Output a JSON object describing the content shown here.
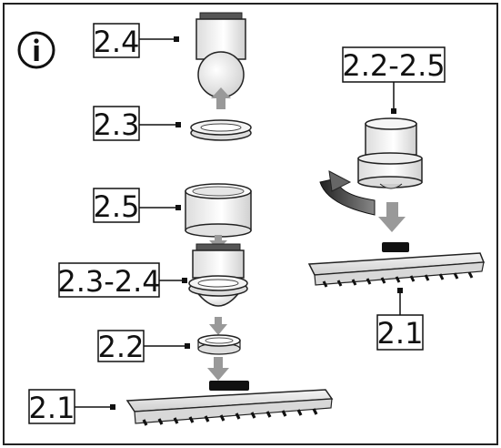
{
  "labels": {
    "l24": "2.4",
    "l23": "2.3",
    "l25": "2.5",
    "l2324": "2.3-2.4",
    "l22": "2.2",
    "l21a": "2.1",
    "l2225": "2.2-2.5",
    "l21b": "2.1"
  },
  "icons": {
    "info": "info-icon",
    "rotate": "rotate-arrow-icon",
    "push": "down-arrow-icon"
  }
}
